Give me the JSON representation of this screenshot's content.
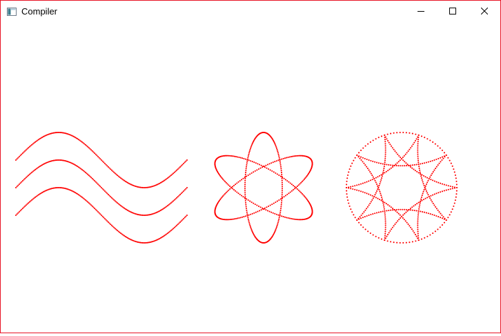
{
  "window": {
    "title": "Compiler",
    "border_color": "#e81123",
    "icons": {
      "app": "app-window-icon",
      "minimize": "minimize-icon",
      "maximize": "maximize-icon",
      "close": "close-icon"
    }
  },
  "canvas": {
    "stroke_color": "#ff0000",
    "background": "#ffffff",
    "figures": [
      {
        "name": "sine-waves",
        "kind": "three parallel sine waves"
      },
      {
        "name": "atom-ellipses",
        "kind": "three rotated ellipses"
      },
      {
        "name": "star-rosette",
        "kind": "circle with star rosette"
      }
    ]
  }
}
